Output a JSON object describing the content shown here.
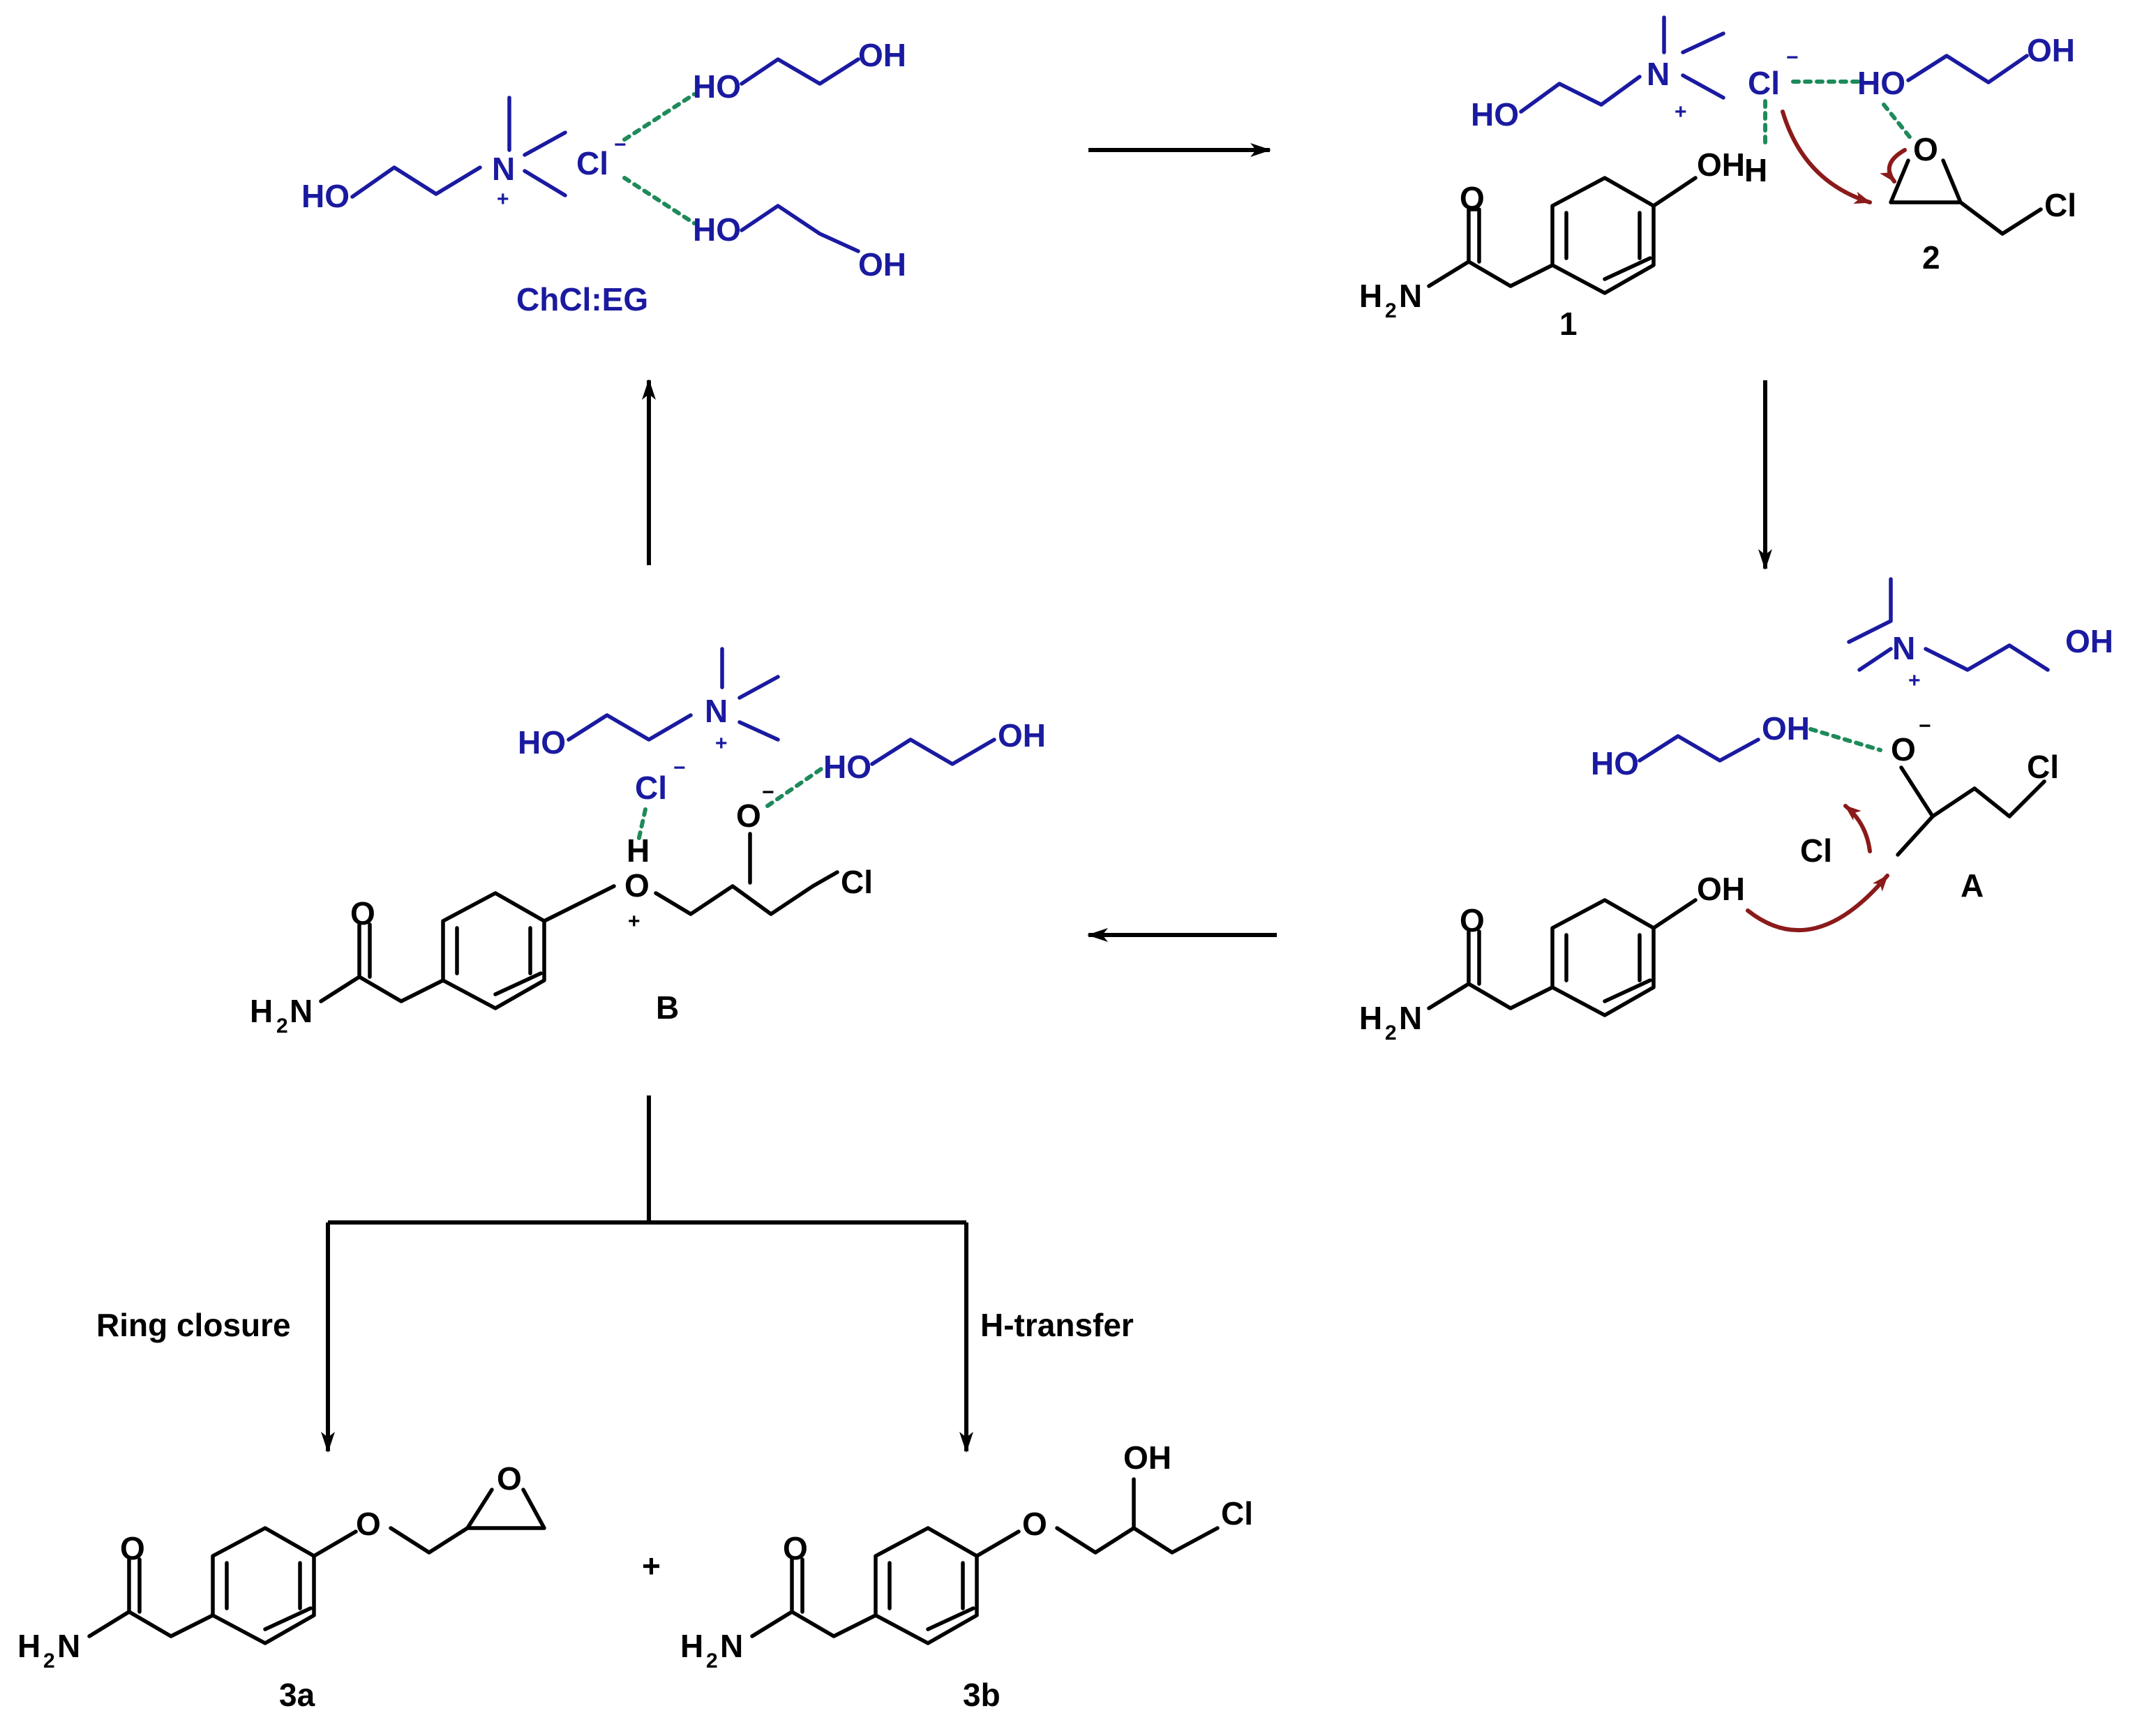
{
  "labels": {
    "chcl_eg": "ChCl:EG",
    "compound_1": "1",
    "compound_2": "2",
    "intermediate_a": "A",
    "intermediate_b": "B",
    "product_3a": "3a",
    "product_3b": "3b",
    "plus": "+"
  },
  "conditions": {
    "left": "Ring closure",
    "right": "H-transfer"
  },
  "atoms": {
    "ho": "HO",
    "oh": "OH",
    "n": "N",
    "o": "O",
    "cl": "Cl",
    "h": "H",
    "h2n_h": "H",
    "h2n_2": "2",
    "h2n_n": "N",
    "plus": "+",
    "minus": "−"
  },
  "colors": {
    "solvent": "#1a1aa0",
    "hbond": "#1e8a5a",
    "electron_arrow": "#8b1a1a",
    "structure": "#000000"
  }
}
